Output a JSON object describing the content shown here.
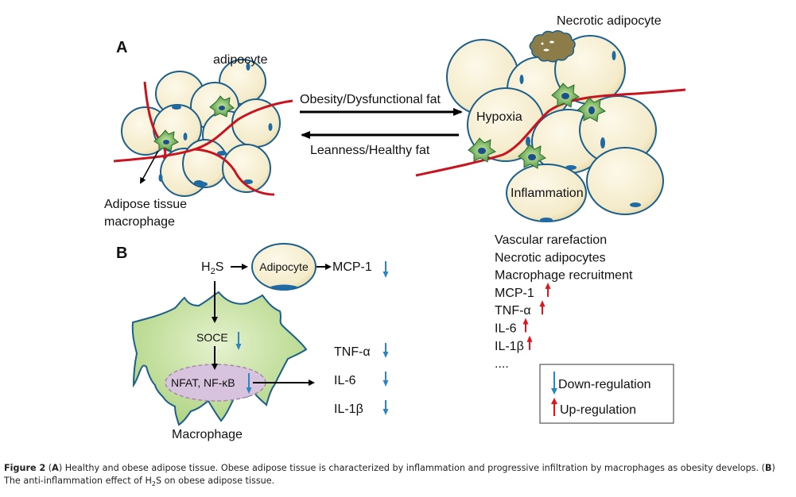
{
  "panel_a": {
    "label": "A",
    "healthy": {
      "adipocyte_label": "adipocyte",
      "macrophage_label_line1": "Adipose tissue",
      "macrophage_label_line2": "macrophage"
    },
    "transition": {
      "forward_label": "Obesity/Dysfunctional fat",
      "reverse_label": "Leanness/Healthy fat"
    },
    "obese": {
      "necrotic_label": "Necrotic adipocyte",
      "hypoxia_label": "Hypoxia",
      "inflammation_label": "Inflammation"
    },
    "consequences": [
      {
        "text": "Vascular rarefaction",
        "arrow": ""
      },
      {
        "text": "Necrotic adipocytes",
        "arrow": ""
      },
      {
        "text": "Macrophage recruitment",
        "arrow": ""
      },
      {
        "text": "MCP-1",
        "arrow": "up"
      },
      {
        "text": "TNF-α",
        "arrow": "up"
      },
      {
        "text": "IL-6",
        "arrow": "up"
      },
      {
        "text": "IL-1β",
        "arrow": "up"
      },
      {
        "text": "....",
        "arrow": ""
      }
    ]
  },
  "panel_b": {
    "label": "B",
    "h2s": {
      "main": "H",
      "sub": "2",
      "tail": "S"
    },
    "adipocyte_label": "Adipocyte",
    "mcp1_label": "MCP-1",
    "soce_label": "SOCE",
    "nfat_label": "NFAT, NF-κB",
    "macrophage_label": "Macrophage",
    "cytokines": [
      "TNF-α",
      "IL-6",
      "IL-1β"
    ]
  },
  "legend": {
    "down_label": "Down-regulation",
    "up_label": "Up-regulation"
  },
  "colors": {
    "vessel": "#c8141e",
    "cell_fill": "#f8f1d8",
    "cell_stroke": "#1b5f8c",
    "nucleus": "#1f6aa3",
    "macrophage_fill": "#b7d98b",
    "necrotic": "#8c7c48",
    "down_arrow": "#2a86c2",
    "up_arrow": "#e0141c",
    "nfat_fill": "#d7c3dd"
  },
  "caption": {
    "figure": "Figure 2",
    "a": "A",
    "text_a": " Healthy and obese adipose tissue. Obese adipose tissue is characterized by inflammation and progressive infiltration by macrophages as obesity develops. ",
    "b": "B",
    "text_b_pre": " The anti-inflammation effect of H",
    "text_b_sub": "2",
    "text_b_post": "S on obese adipose tissue."
  }
}
